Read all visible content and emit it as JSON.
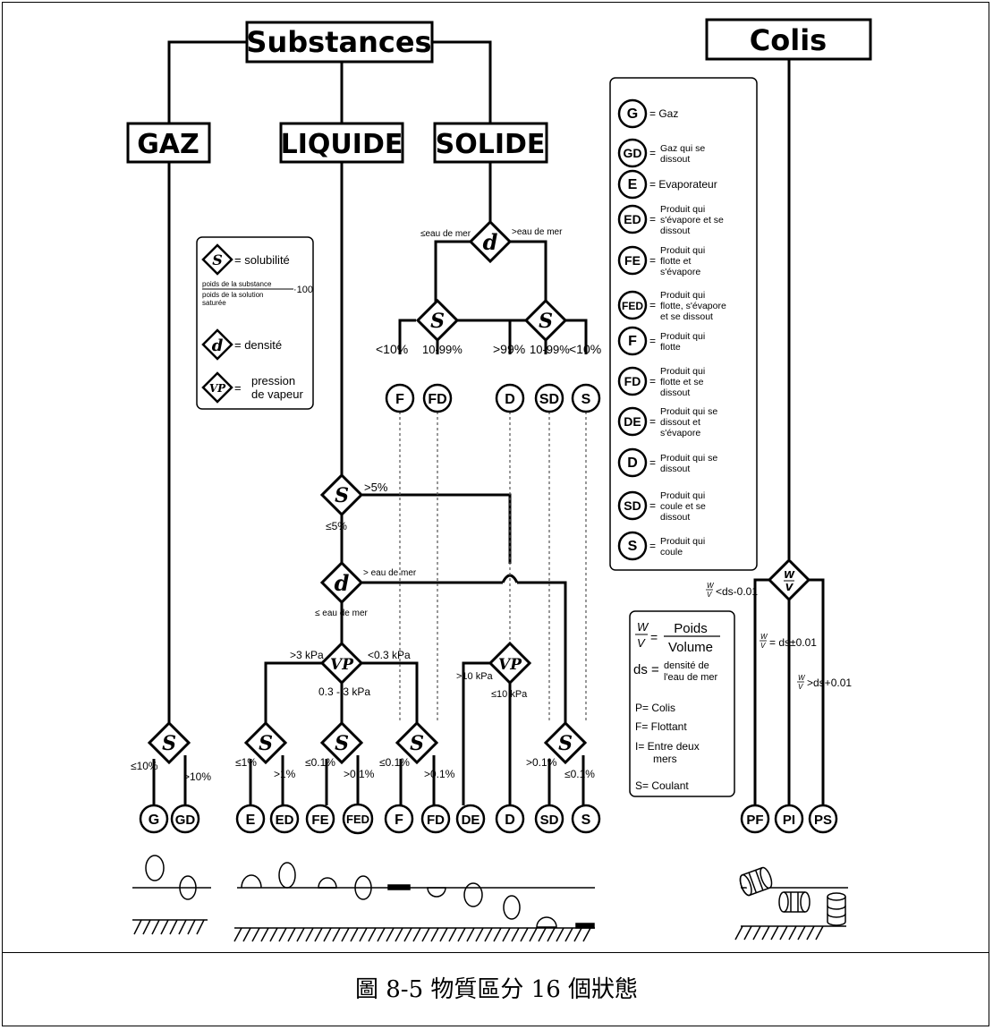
{
  "boxes": {
    "substances": "Substances",
    "colis": "Colis",
    "gaz": "GAZ",
    "liquide": "LIQUIDE",
    "solide": "SOLIDE"
  },
  "symbols": {
    "s": "S",
    "d": "d",
    "vp": "VP",
    "wv_top": "W",
    "wv_bottom": "V"
  },
  "edge_labels": {
    "sol_d_left": "≤eau de mer",
    "sol_d_right": ">eau de mer",
    "sol_s1_a": "<10%",
    "sol_s1_b": "10-99%",
    "sol_s2_a": ">99%",
    "sol_s2_b": "10-99%",
    "sol_s2_c": "<10%",
    "liq_s_gt": ">5%",
    "liq_s_le": "≤5%",
    "liq_d_gt": "> eau de mer",
    "liq_d_le": "≤ eau de mer",
    "vp_gt": ">3 kPa",
    "vp_lt": "<0.3 kPa",
    "vp_mid": "0.3 - 3 kPa",
    "vp2_gt": ">10 kPa",
    "vp2_le": "≤10 kPa",
    "gaz_le": "≤10%",
    "gaz_gt": ">10%",
    "e_le": "≤1%",
    "e_gt": ">1%",
    "fe_le": "≤0.1%",
    "fe_gt": ">0.1%",
    "f_le": "≤0.1%",
    "f_gt": ">0.1%",
    "sd_gt": ">0.1%",
    "sd_le": "≤0.1%",
    "colis_lt_pre": "<ds-0.01",
    "colis_eq_pre": "= ds±0.01",
    "colis_gt_pre": ">ds+0.01"
  },
  "nodes": {
    "top": [
      "F",
      "FD",
      "D",
      "SD",
      "S"
    ],
    "bottom": [
      "G",
      "GD",
      "E",
      "ED",
      "FE",
      "FED",
      "F",
      "FD",
      "DE",
      "D",
      "SD",
      "S"
    ],
    "colis": [
      "PF",
      "PI",
      "PS"
    ]
  },
  "legend_left": {
    "solubilite": "= solubilité",
    "frac_top": "poids de la substance",
    "frac_bottom": "poids de la solution",
    "frac_bottom2": "saturée",
    "frac_mult": "·100",
    "densite": "= densité",
    "pression1": "pression",
    "pression2": "de vapeur"
  },
  "legend_right": [
    {
      "code": "G",
      "lines": [
        "= Gaz"
      ]
    },
    {
      "code": "GD",
      "lines": [
        "Gaz qui se",
        "dissout"
      ]
    },
    {
      "code": "E",
      "lines": [
        "= Evaporateur"
      ]
    },
    {
      "code": "ED",
      "lines": [
        "Produit qui",
        "s'évapore et se",
        "dissout"
      ]
    },
    {
      "code": "FE",
      "lines": [
        "Produit qui",
        "flotte et",
        "s'évapore"
      ]
    },
    {
      "code": "FED",
      "lines": [
        "Produit qui",
        "flotte, s'évapore",
        "et se dissout"
      ]
    },
    {
      "code": "F",
      "lines": [
        "Produit qui",
        "flotte"
      ]
    },
    {
      "code": "FD",
      "lines": [
        "Produit qui",
        "flotte et se",
        "dissout"
      ]
    },
    {
      "code": "DE",
      "lines": [
        "Produit qui se",
        "dissout et",
        "s'évapore"
      ]
    },
    {
      "code": "D",
      "lines": [
        "Produit qui se",
        "dissout"
      ]
    },
    {
      "code": "SD",
      "lines": [
        "Produit qui",
        "coule et se",
        "dissout"
      ]
    },
    {
      "code": "S",
      "lines": [
        "Produit qui",
        "coule"
      ]
    }
  ],
  "legend_colis": {
    "poids": "Poids",
    "volume": "Volume",
    "ds_1": "densité de",
    "ds_2": "l'eau de mer",
    "p": "P= Colis",
    "f": "F= Flottant",
    "i_1": "I= Entre deux",
    "i_2": "mers",
    "s": "S= Coulant"
  },
  "caption": "圖 8-5 物質區分 16 個狀態"
}
